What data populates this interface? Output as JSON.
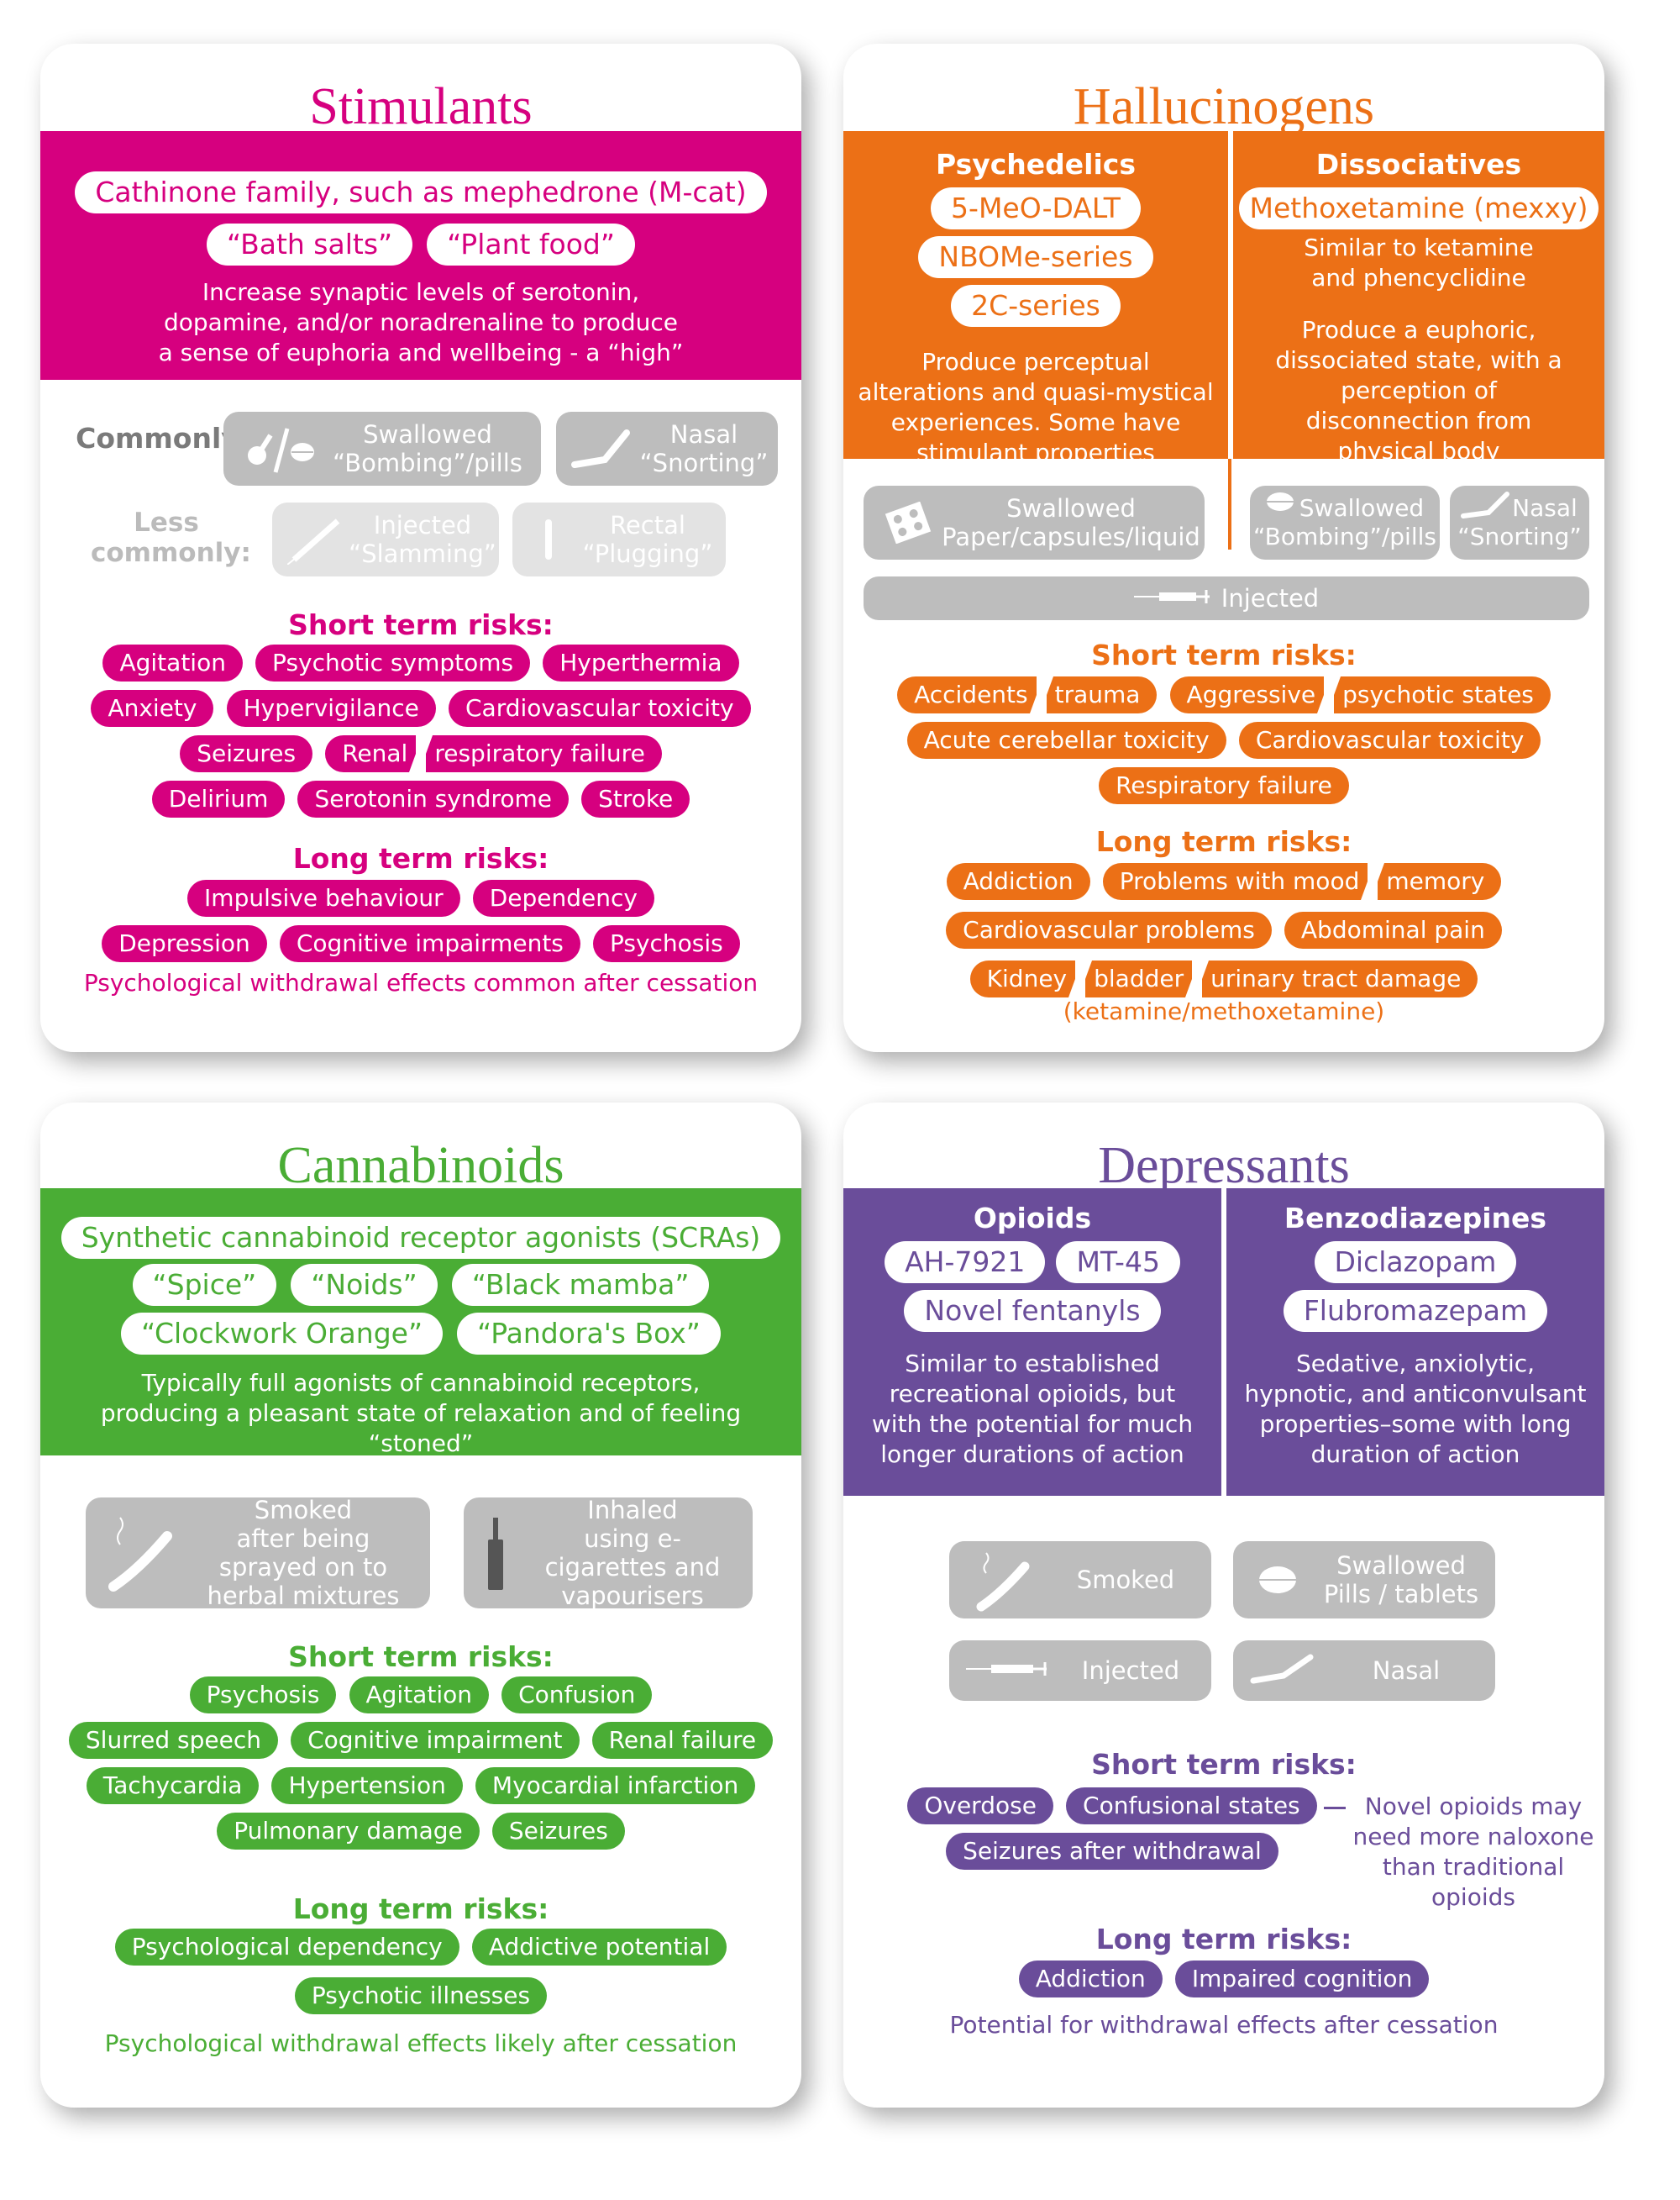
{
  "colors": {
    "stimulants": "#d6007f",
    "hallucinogens": "#ec7016",
    "cannabinoids": "#4aad35",
    "depressants": "#6a4d9a",
    "route_gray": "#bdbdbd"
  },
  "stimulants": {
    "title": "Stimulants",
    "examples": [
      "Cathinone family, such as mephedrone (M-cat)",
      "“Bath salts”",
      "“Plant food”"
    ],
    "description": "Increase synaptic levels of serotonin, dopamine, and/or noradrenaline to produce a sense of euphoria and wellbeing - a “high”",
    "commonly_label": "Commonly:",
    "less_commonly_label": "Less commonly:",
    "routes": {
      "swallowed": {
        "title": "Swallowed",
        "sub": "“Bombing”/pills",
        "icon": "pill-icon"
      },
      "nasal": {
        "title": "Nasal",
        "sub": "“Snorting”",
        "icon": "nasal-icon"
      },
      "injected": {
        "title": "Injected",
        "sub": "“Slamming”",
        "icon": "syringe-icon"
      },
      "rectal": {
        "title": "Rectal",
        "sub": "“Plugging”",
        "icon": "rectal-icon"
      }
    },
    "short_term_title": "Short term risks:",
    "short_term": {
      "r1": [
        "Agitation",
        "Psychotic symptoms",
        "Hyperthermia"
      ],
      "r2": [
        "Anxiety",
        "Hypervigilance",
        "Cardiovascular toxicity"
      ],
      "r3a": "Seizures",
      "r3b_left": "Renal",
      "r3b_right": "respiratory failure",
      "r4": [
        "Delirium",
        "Serotonin syndrome",
        "Stroke"
      ]
    },
    "long_term_title": "Long term risks:",
    "long_term": {
      "r1": [
        "Impulsive behaviour",
        "Dependency"
      ],
      "r2": [
        "Depression",
        "Cognitive impairments",
        "Psychosis"
      ]
    },
    "footer": "Psychological withdrawal effects common after cessation"
  },
  "hallucinogens": {
    "title": "Hallucinogens",
    "psychedelics": {
      "title": "Psychedelics",
      "examples": [
        "5-MeO-DALT",
        "NBOMe-series",
        "2C-series"
      ],
      "description": "Produce perceptual alterations and quasi-mystical experiences. Some have stimulant properties"
    },
    "dissociatives": {
      "title": "Dissociatives",
      "examples": [
        "Methoxetamine (mexxy)"
      ],
      "sub": "Similar to ketamine and phencyclidine",
      "description": "Produce a euphoric, dissociated state, with a perception of disconnection from physical body"
    },
    "routes": {
      "swallowed_paper": {
        "title": "Swallowed",
        "sub": "Paper/capsules/liquid",
        "icon": "blotter-icon"
      },
      "swallowed_pills": {
        "title": "Swallowed",
        "sub": "“Bombing”/pills",
        "icon": "pill-icon"
      },
      "nasal": {
        "title": "Nasal",
        "sub": "“Snorting”",
        "icon": "nasal-icon"
      },
      "injected": {
        "title": "Injected",
        "icon": "syringe-icon"
      }
    },
    "short_term_title": "Short term risks:",
    "short_term": {
      "p1_left": "Accidents",
      "p1_right": "trauma",
      "p2_left": "Aggressive",
      "p2_right": "psychotic states",
      "r2": [
        "Acute cerebellar toxicity",
        "Cardiovascular toxicity"
      ],
      "r3": [
        "Respiratory failure"
      ]
    },
    "long_term_title": "Long term risks:",
    "long_term": {
      "r1a": "Addiction",
      "p1_left": "Problems with mood",
      "p1_right": "memory",
      "r2": [
        "Cardiovascular problems",
        "Abdominal pain"
      ],
      "t1": "Kidney",
      "t2": "bladder",
      "t3": "urinary tract damage"
    },
    "footer": "(ketamine/methoxetamine)"
  },
  "cannabinoids": {
    "title": "Cannabinoids",
    "examples_r1": [
      "Synthetic cannabinoid receptor agonists (SCRAs)"
    ],
    "examples_r2": [
      "“Spice”",
      "“Noids”",
      "“Black mamba”"
    ],
    "examples_r3": [
      "“Clockwork Orange”",
      "“Pandora's Box”"
    ],
    "description": "Typically full agonists of cannabinoid receptors, producing a pleasant state of relaxation and of feeling “stoned”",
    "routes": {
      "smoked": {
        "title": "Smoked",
        "sub": "after being sprayed on to herbal mixtures",
        "icon": "joint-icon"
      },
      "inhaled": {
        "title": "Inhaled",
        "sub": "using e-cigarettes and vapourisers",
        "icon": "ecigarette-icon"
      }
    },
    "short_term_title": "Short term risks:",
    "short_term": {
      "r1": [
        "Psychosis",
        "Agitation",
        "Confusion"
      ],
      "r2": [
        "Slurred speech",
        "Cognitive impairment",
        "Renal failure"
      ],
      "r3": [
        "Tachycardia",
        "Hypertension",
        "Myocardial infarction"
      ],
      "r4": [
        "Pulmonary damage",
        "Seizures"
      ]
    },
    "long_term_title": "Long term risks:",
    "long_term": {
      "r1": [
        "Psychological dependency",
        "Addictive potential"
      ],
      "r2": [
        "Psychotic illnesses"
      ]
    },
    "footer": "Psychological withdrawal effects likely after cessation"
  },
  "depressants": {
    "title": "Depressants",
    "opioids": {
      "title": "Opioids",
      "examples_r1": [
        "AH-7921",
        "MT-45"
      ],
      "examples_r2": [
        "Novel fentanyls"
      ],
      "description": "Similar to established recreational opioids, but with the potential for much longer durations of action"
    },
    "benzodiazepines": {
      "title": "Benzodiazepines",
      "examples": [
        "Diclazopam",
        "Flubromazepam"
      ],
      "description": "Sedative, anxiolytic, hypnotic, and anticonvulsant properties–some with long duration of action"
    },
    "routes": {
      "smoked": {
        "title": "Smoked",
        "icon": "joint-icon"
      },
      "swallowed": {
        "title": "Swallowed",
        "sub": "Pills / tablets",
        "icon": "pill-icon"
      },
      "injected": {
        "title": "Injected",
        "icon": "syringe-icon"
      },
      "nasal": {
        "title": "Nasal",
        "icon": "nasal-icon"
      }
    },
    "short_term_title": "Short term risks:",
    "short_term": {
      "r1": [
        "Overdose",
        "Confusional states"
      ],
      "r2": [
        "Seizures after withdrawal"
      ],
      "callout": "Novel opioids may need more naloxone than traditional opioids"
    },
    "long_term_title": "Long term risks:",
    "long_term": {
      "r1": [
        "Addiction",
        "Impaired cognition"
      ]
    },
    "footer": "Potential for withdrawal effects after cessation"
  }
}
